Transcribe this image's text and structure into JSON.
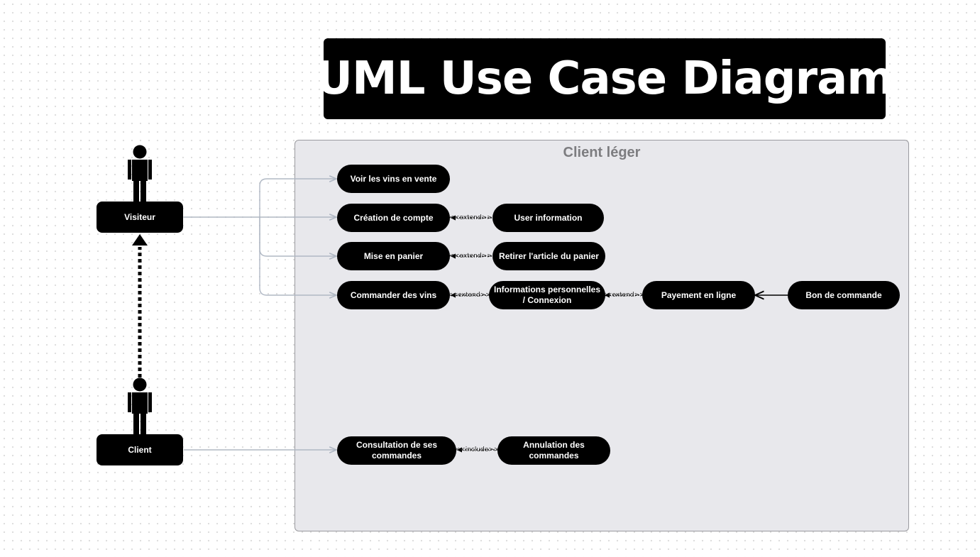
{
  "title": "UML Use Case Diagram",
  "system": {
    "name": "Client léger"
  },
  "actors": {
    "visiteur": "Visiteur",
    "client": "Client"
  },
  "use_cases": {
    "voir_vins": "Voir les vins en vente",
    "creation_compte": "Création de compte",
    "user_information": "User information",
    "mise_panier": "Mise en panier",
    "retirer_article": "Retirer l'article du panier",
    "commander_vins": "Commander des vins",
    "infos_perso": "Informations personnelles / Connexion",
    "payement": "Payement en ligne",
    "bon_commande": "Bon de commande",
    "consultation": "Consultation de ses commandes",
    "annulation": "Annulation des commandes"
  },
  "relations": {
    "extend": "<<extend>>",
    "include": "<<include>>"
  },
  "colors": {
    "node": "#000000",
    "system_fill": "#e8e8ec",
    "system_title": "#7d7d80",
    "connector": "#b0b8c4"
  },
  "icons": {
    "actor": "stick-figure-icon"
  }
}
